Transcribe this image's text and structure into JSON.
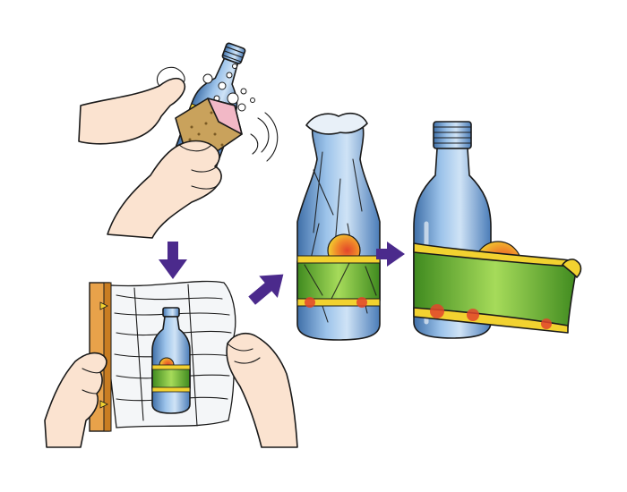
{
  "diagram": {
    "steps": [
      {
        "icon": "bottle-scrubbing-icon"
      },
      {
        "icon": "wrapping-film-icon"
      },
      {
        "icon": "shrink-wrapped-bottle-icon"
      },
      {
        "icon": "bottle-with-unwrapped-label-icon"
      }
    ],
    "arrows": [
      {
        "from": 0,
        "to": 1,
        "direction": "down"
      },
      {
        "from": 1,
        "to": 2,
        "direction": "up-right"
      },
      {
        "from": 2,
        "to": 3,
        "direction": "right"
      }
    ],
    "colors": {
      "arrow": "#4b2a8c",
      "bottle_glass": "#7fa9d8",
      "bottle_glass_dark": "#3f6fa8",
      "label_green": "#7cc043",
      "label_yellow": "#f2d230",
      "label_red": "#e2452b",
      "skin": "#fbe3d0",
      "sponge": "#c9a25c",
      "sponge_pink": "#f2b8c6",
      "frame_orange": "#e8a24a"
    }
  }
}
